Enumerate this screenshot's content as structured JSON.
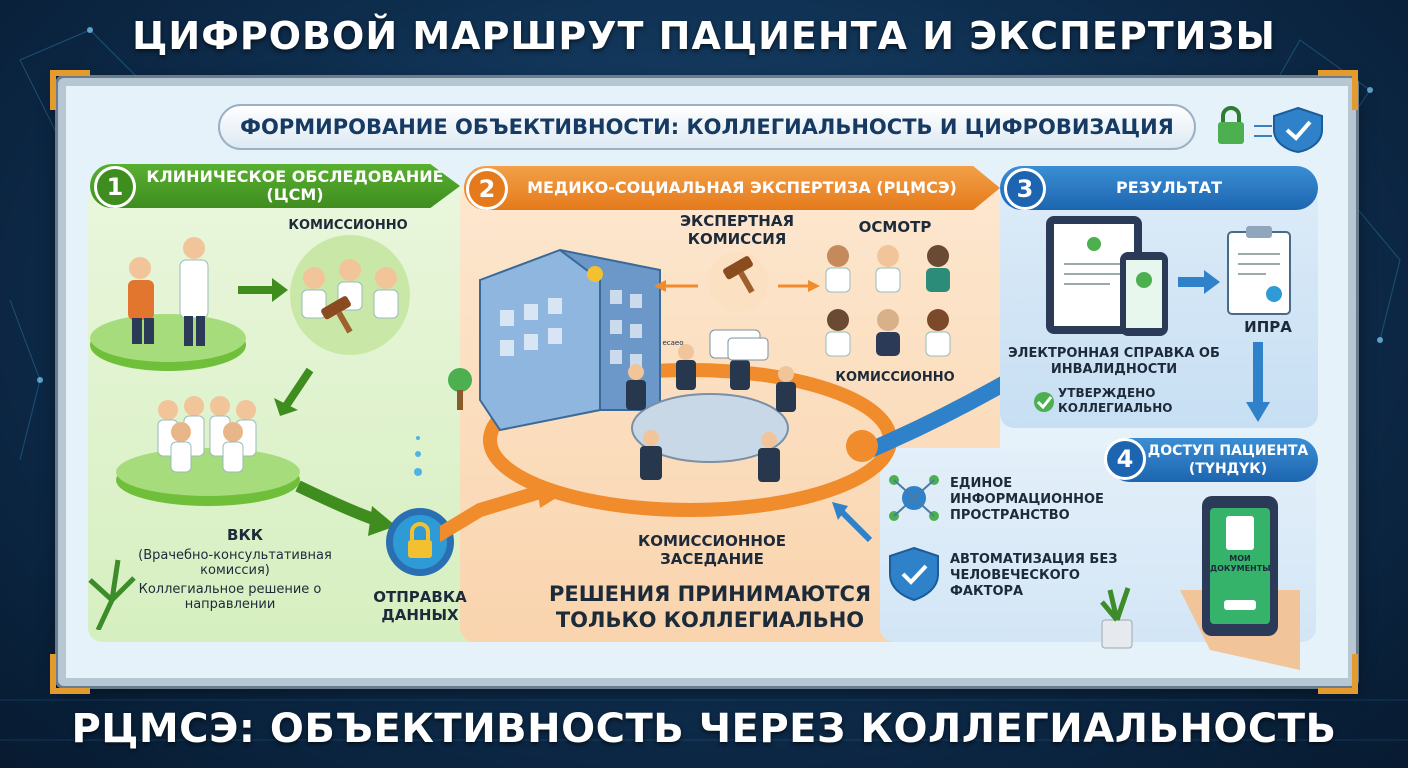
{
  "title": "ЦИФРОВОЙ МАРШРУТ ПАЦИЕНТА И ЭКСПЕРТИЗЫ",
  "subtitle": "ФОРМИРОВАНИЕ ОБЪЕКТИВНОСТИ: КОЛЛЕГИАЛЬНОСТЬ И ЦИФРОВИЗАЦИЯ",
  "footer": "РЦМСЭ: ОБЪЕКТИВНОСТЬ ЧЕРЕЗ КОЛЛЕГИАЛЬНОСТЬ",
  "step1": {
    "number": "1",
    "header": "КЛИНИЧЕСКОЕ ОБСЛЕДОВАНИЕ (ЦСМ)",
    "commission_label": "КОМИССИОННО",
    "vkk_title": "ВКК",
    "vkk_desc": "(Врачебно-консультативная комиссия)",
    "vkk_decision": "Коллегиальное решение о направлении",
    "send_data": "ОТПРАВКА ДАННЫХ"
  },
  "step2": {
    "number": "2",
    "header": "МЕДИКО-СОЦИАЛЬНАЯ ЭКСПЕРТИЗА (РЦМСЭ)",
    "expert_commission": "ЭКСПЕРТНАЯ КОМИССИЯ",
    "exam": "ОСМОТР",
    "commission_label": "КОМИССИОННО",
    "meeting": "КОМИССИОННОЕ ЗАСЕДАНИЕ",
    "bubble": "ecaeo",
    "decision_line1": "РЕШЕНИЯ ПРИНИМАЮТСЯ",
    "decision_line2": "ТОЛЬКО КОЛЛЕГИАЛЬНО"
  },
  "step3": {
    "number": "3",
    "header": "РЕЗУЛЬТАТ",
    "ipra": "ИПРА",
    "certificate": "ЭЛЕКТРОННАЯ СПРАВКА ОБ ИНВАЛИДНОСТИ",
    "approved": "УТВЕРЖДЕНО КОЛЛЕГИАЛЬНО"
  },
  "step4": {
    "number": "4",
    "header": "ДОСТУП ПАЦИЕНТА (ТҮНДҮК)",
    "info_space": "ЕДИНОЕ ИНФОРМАЦИОННОЕ ПРОСТРАНСТВО",
    "automation": "АВТОМАТИЗАЦИЯ БЕЗ ЧЕЛОВЕЧЕСКОГО ФАКТОРА",
    "phone_label": "МОИ ДОКУМЕНТЫ"
  },
  "colors": {
    "green": "#3f8d1f",
    "orange": "#e57a1c",
    "blue": "#1d65b0",
    "navy": "#0e2d4d"
  }
}
